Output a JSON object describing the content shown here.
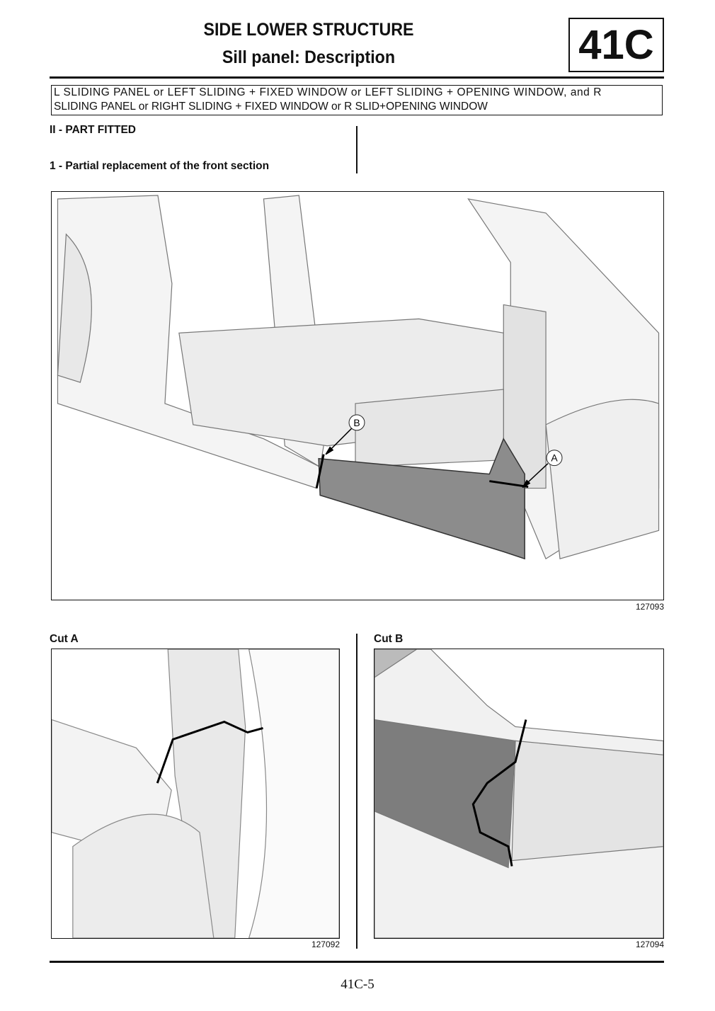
{
  "header": {
    "title": "SIDE LOWER STRUCTURE",
    "subtitle": "Sill panel: Description",
    "section_code": "41C"
  },
  "applicability": {
    "line1": "L SLIDING PANEL or LEFT SLIDING + FIXED WINDOW or LEFT SLIDING + OPENING WINDOW, and R",
    "line2": "SLIDING PANEL or RIGHT SLIDING + FIXED WINDOW or R SLID+OPENING WINDOW"
  },
  "section": {
    "heading": "II - PART FITTED",
    "subheading": "1 - Partial replacement of the front section"
  },
  "figures": {
    "main": {
      "callouts": [
        "B",
        "A"
      ],
      "number": "127093"
    },
    "cut_a": {
      "label": "Cut A",
      "number": "127092"
    },
    "cut_b": {
      "label": "Cut B",
      "number": "127094"
    }
  },
  "footer": {
    "page_number": "41C-5"
  }
}
